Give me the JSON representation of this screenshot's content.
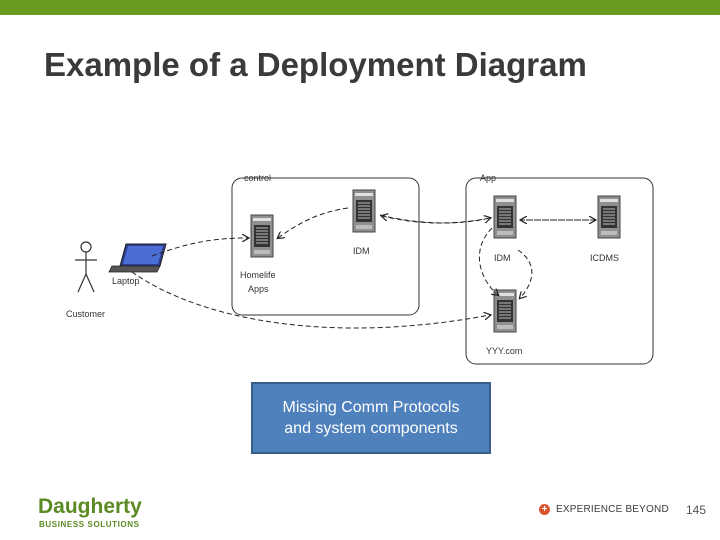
{
  "slide": {
    "title": "Example of a Deployment Diagram",
    "page_number": "145"
  },
  "diagram": {
    "nodes": {
      "control_label": "control",
      "app_label": "App",
      "laptop_label": "Laptop",
      "customer_label": "Customer",
      "homelife_line1": "Homelife",
      "homelife_line2": "Apps",
      "idm_control_label": "IDM",
      "idm_app_label": "IDM",
      "icdms_label": "ICDMS",
      "yyy_label": "YYY.com"
    }
  },
  "callout": {
    "text_line1": "Missing Comm Protocols",
    "text_line2": "and system components"
  },
  "branding": {
    "company_name": "Daugherty",
    "company_subtitle": "BUSINESS SOLUTIONS",
    "tagline": "EXPERIENCE BEYOND",
    "tagline_icon": "plus-circle-icon"
  },
  "colors": {
    "top_bar": "#6a9a1f",
    "callout_fill": "#4f81bd",
    "brand_green": "#5b8a23",
    "tag_icon": "#d9532c"
  }
}
